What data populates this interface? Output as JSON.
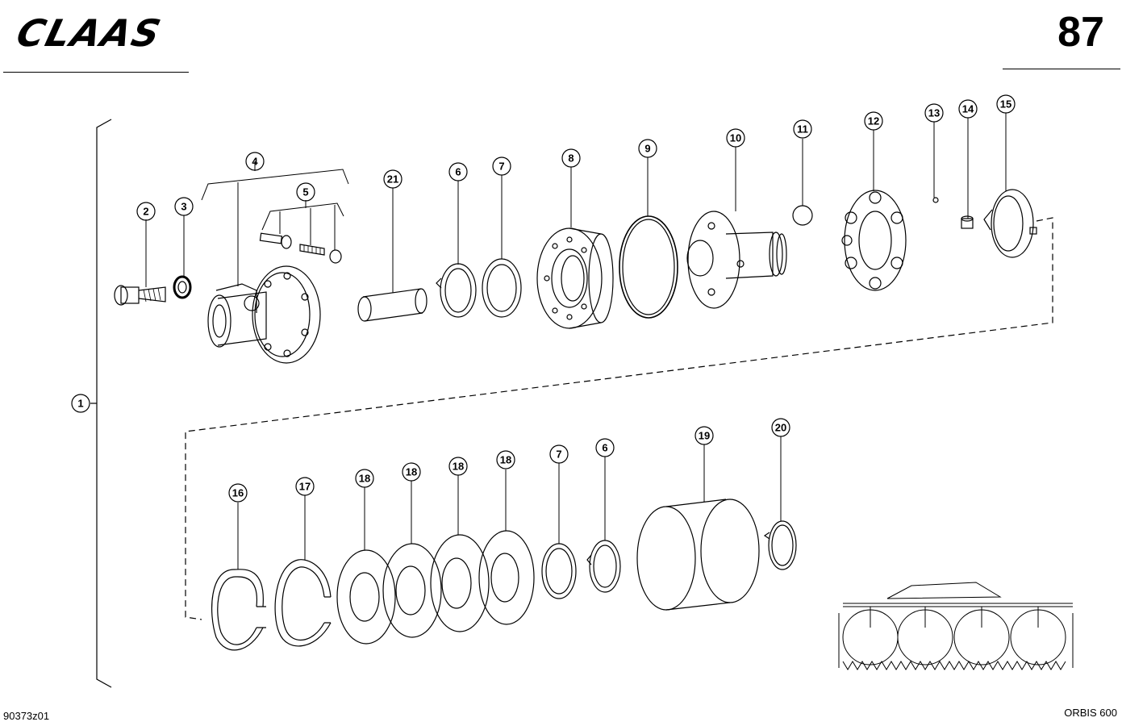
{
  "header": {
    "brand": "CLAAS",
    "page_number": "87"
  },
  "footer": {
    "drawing_code": "90373z01",
    "model": "ORBIS 600"
  },
  "callouts": {
    "c1": "1",
    "c2": "2",
    "c3": "3",
    "c4": "4",
    "c5": "5",
    "c6a": "6",
    "c7a": "7",
    "c8": "8",
    "c9": "9",
    "c10": "10",
    "c11": "11",
    "c12": "12",
    "c13": "13",
    "c14": "14",
    "c15": "15",
    "c21": "21",
    "c16": "16",
    "c17": "17",
    "c18a": "18",
    "c18b": "18",
    "c18c": "18",
    "c18d": "18",
    "c7b": "7",
    "c6b": "6",
    "c19": "19",
    "c20": "20"
  }
}
